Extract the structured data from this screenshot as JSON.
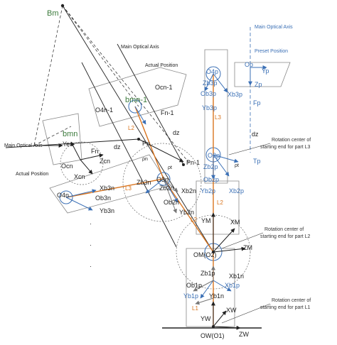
{
  "labels": {
    "bm": "Bm",
    "main_axis_top": "Main Optical Axis",
    "actual_pos_top": "Actual Position",
    "ocn1": "Ocn-1",
    "o4n1": "O4n-1",
    "bmn1": "bmn-1",
    "fn1": "Fn-1",
    "l2_left": "L2",
    "pn": "Pn",
    "dz_mid": "dz",
    "pn1": "Pn-1",
    "main_axis_left": "Main Optical Axis",
    "actual_pos_left": "Actual Position",
    "bmn": "bmn",
    "yen": "Yen",
    "fn": "Fn",
    "dz_left": "dz",
    "ocn": "Ocn",
    "zcn": "Zcn",
    "rho_n": "ρn",
    "rho_t": "ρt",
    "xcn": "Xcn",
    "xb3n": "Xb3n",
    "o4n": "O4n",
    "ob3n": "Ob3n",
    "yb3n": "Yb3n",
    "l3": "L3",
    "o3n": "O3n",
    "zb2n": "Zb2n",
    "xb2n": "Xb2n",
    "zb3n": "Zb3n",
    "ob2n": "Ob2n",
    "yb2n": "Yb2n",
    "l2_center": "L2",
    "ym": "YM",
    "xm": "XM",
    "zm": "ZM",
    "om": "OM(O2)",
    "zb1p": "Zb1p",
    "xb1n": "Xb1n",
    "ob1p": "Ob1p",
    "xb1p": "Xb1p",
    "yb1p": "Yb1p",
    "yb1n": "Yb1n",
    "l1": "L1",
    "xw": "XW",
    "yw": "YW",
    "ow": "OW(O1)",
    "zw": "ZW",
    "main_axis_right": "Main Optical Axis",
    "preset_position": "Preset Position",
    "o4p": "O4p",
    "op": "Op",
    "yp": "Yp",
    "zb3p": "Zb3p",
    "ob3p": "Ob3p",
    "xb3p": "Xb3p",
    "zp": "Zp",
    "yb3p": "Yb3p",
    "fp": "Fp",
    "l3_right": "L3",
    "dz_right": "dz",
    "o3p": "O3p",
    "tp": "Tp",
    "zb2p": "Zb2p",
    "ob2p": "Ob2p",
    "yb2p": "Yb2p",
    "xb2p": "Xb2p",
    "rho_p": "ρt",
    "l2_right": "L2",
    "dots": "·",
    "ann_l3_1": "Rotation center of",
    "ann_l3_2": "starting end for part L3",
    "ann_l2_1": "Rotation center of",
    "ann_l2_2": "starting end for part L2",
    "ann_l1_1": "Rotation center of",
    "ann_l1_2": "starting end for part L1"
  },
  "colors": {
    "blue": "#3a6fb5",
    "orange": "#d9741e",
    "green": "#3b7a3b",
    "black": "#222222",
    "gray": "#777777"
  }
}
